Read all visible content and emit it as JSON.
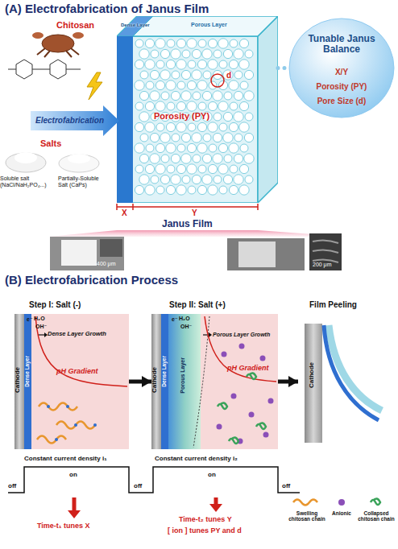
{
  "diagram": {
    "nodes": [
      {
        "text": [
          "Dense Layer",
          "Porous Layer",
          "Porosity (PY)",
          "d"
        ]
      },
      {
        "text": [
          "Tunable Janus Balance",
          "X/Y",
          "Porosity (PY)",
          "Pore Size (d)"
        ]
      },
      {
        "text": [
          "Step I: Salt (-)",
          "Dense Layer Growth",
          "pH Gradient"
        ]
      },
      {
        "text": [
          "Cathode"
        ],
        "in": 2
      },
      {
        "text": [
          "Dense Layer"
        ],
        "in": 2
      },
      {
        "text": [
          "Step II: Salt (+)",
          "Porous Layer Growth",
          "pH Gradient"
        ]
      },
      {
        "text": [
          "Cathode"
        ],
        "in": 5
      },
      {
        "text": [
          "Dense Layer"
        ],
        "in": 5
      },
      {
        "text": [
          "Porous Layer"
        ],
        "in": 5
      },
      {
        "text": [
          "Film Peeling"
        ]
      },
      {
        "text": [
          "Cathode"
        ],
        "in": 9
      }
    ],
    "edges": [
      {
        "from": 0,
        "to": 1,
        "arrow": "none"
      },
      {
        "from": 2,
        "to": 5,
        "arrow": "to"
      },
      {
        "from": 5,
        "to": 9,
        "arrow": "to"
      }
    ],
    "labels": [
      "(A) Electrofabrication of Janus Film",
      "Chitosan",
      "Salts",
      "Soluble salt (NaCl/NaH₂PO₄...)",
      "Partially-Soluble Salt (CaPs)",
      "Electrofabrication",
      "X",
      "Y",
      "Janus Film",
      "400 μm",
      "200 μm",
      "(B) Electrofabrication Process",
      "e⁻",
      "H₂O",
      "OH⁻",
      "e⁻",
      "H₂O",
      "OH⁻",
      "Constant current density i₁",
      "on",
      "off",
      "Constant current density i₂",
      "on",
      "off",
      "off",
      "Time-t₁ tunes X",
      "Time-t₂ tunes Y",
      "[ ion ] tunes PY and d"
    ],
    "legend": [
      {
        "text": "Swelling chitosan chain"
      },
      {
        "text": "Anionic"
      },
      {
        "text": "Collapsed chitosan chain"
      }
    ]
  }
}
